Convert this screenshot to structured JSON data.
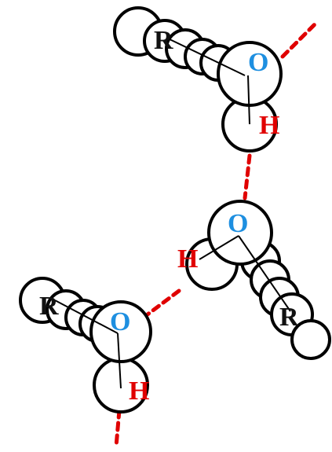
{
  "colors": {
    "oxygen": "#1e8fe0",
    "hydrogen": "#e00000",
    "r_group": "#111111",
    "hydrogen_bond": "#e00000"
  },
  "molecules": [
    {
      "r_label": "R",
      "o_label": "O",
      "h_label": "H"
    },
    {
      "r_label": "R",
      "o_label": "O",
      "h_label": "H"
    },
    {
      "r_label": "R",
      "o_label": "O",
      "h_label": "H"
    }
  ]
}
